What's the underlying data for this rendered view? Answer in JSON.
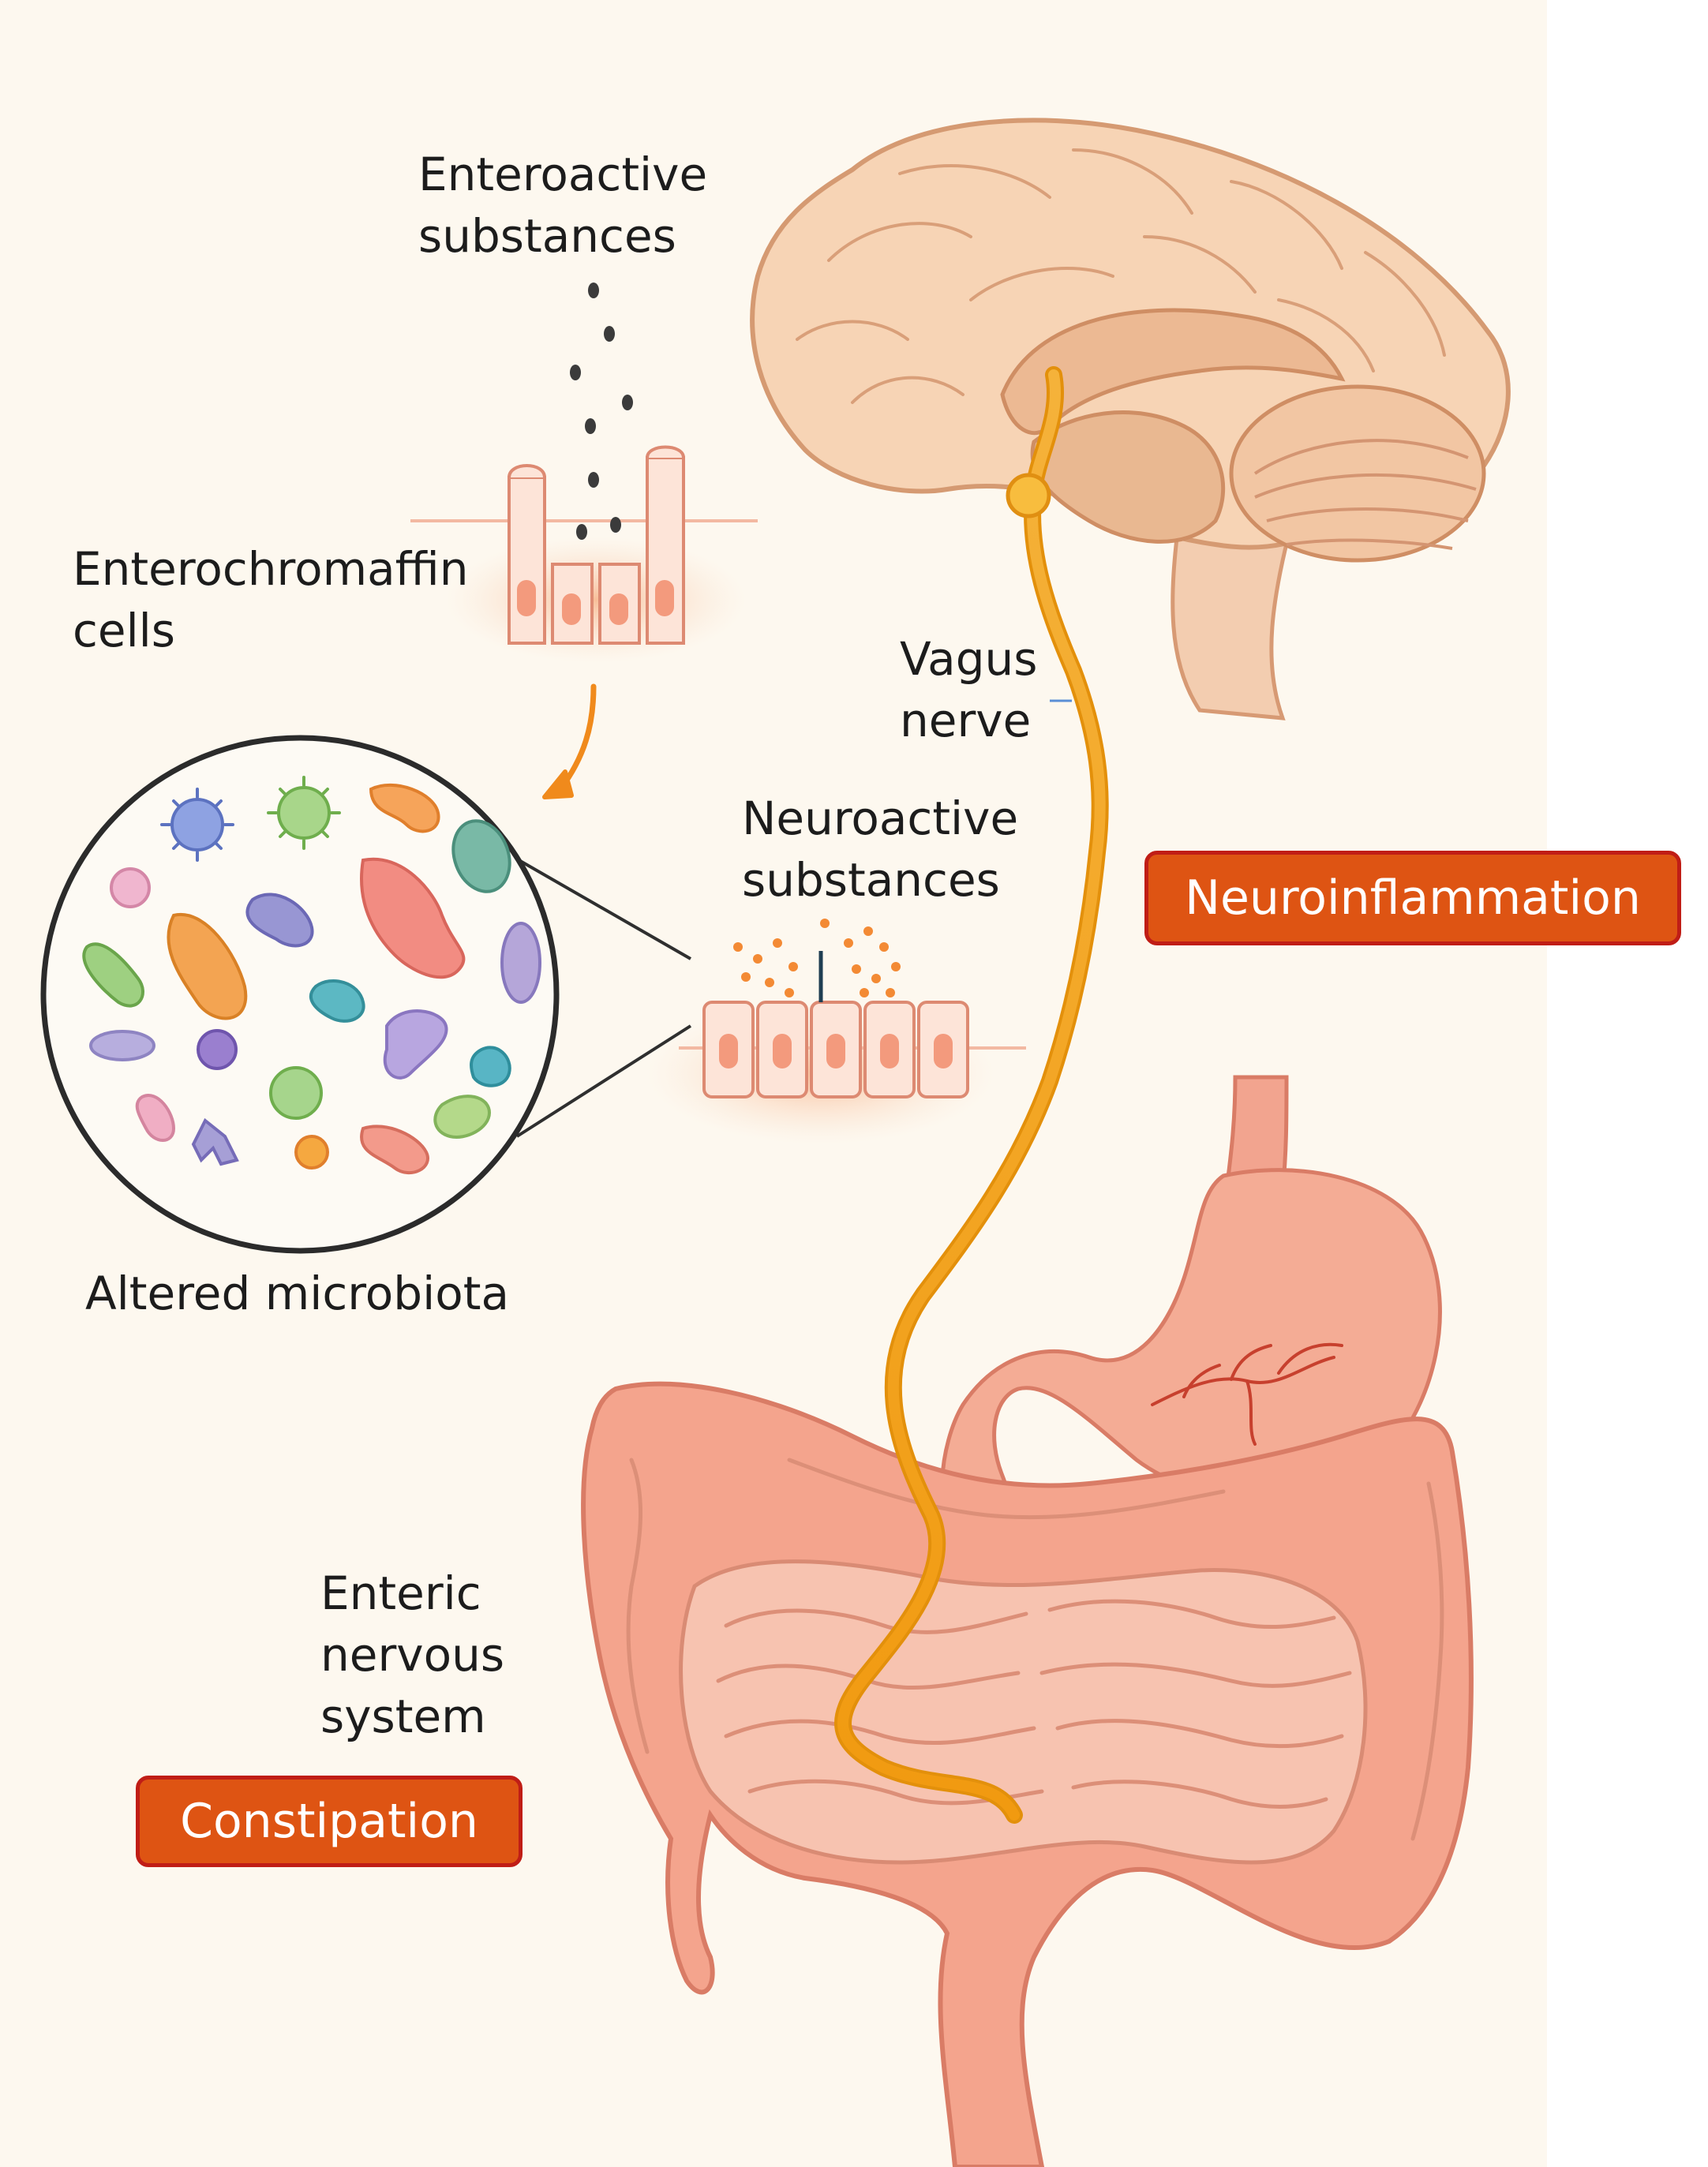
{
  "labels": {
    "enteroactive": [
      "Enteroactive",
      "substances"
    ],
    "enterochromaffin": [
      "Enterochromaffin",
      "cells"
    ],
    "microbiota": "Altered microbiota",
    "neuroactive": [
      "Neuroactive",
      "substances"
    ],
    "vagus": [
      "Vagus",
      "nerve"
    ],
    "enteric": [
      "Enteric",
      "nervous",
      "system"
    ]
  },
  "badges": {
    "neuroinflammation": "Neuroinflammation",
    "constipation": "Constipation"
  },
  "colors": {
    "background": "#fdf8ef",
    "brain": "#f6d3b3",
    "vagus_nerve": "#f4a81e",
    "gut": "#f2a08b",
    "badge_fill": "#de5413",
    "badge_border": "#c01d16"
  }
}
